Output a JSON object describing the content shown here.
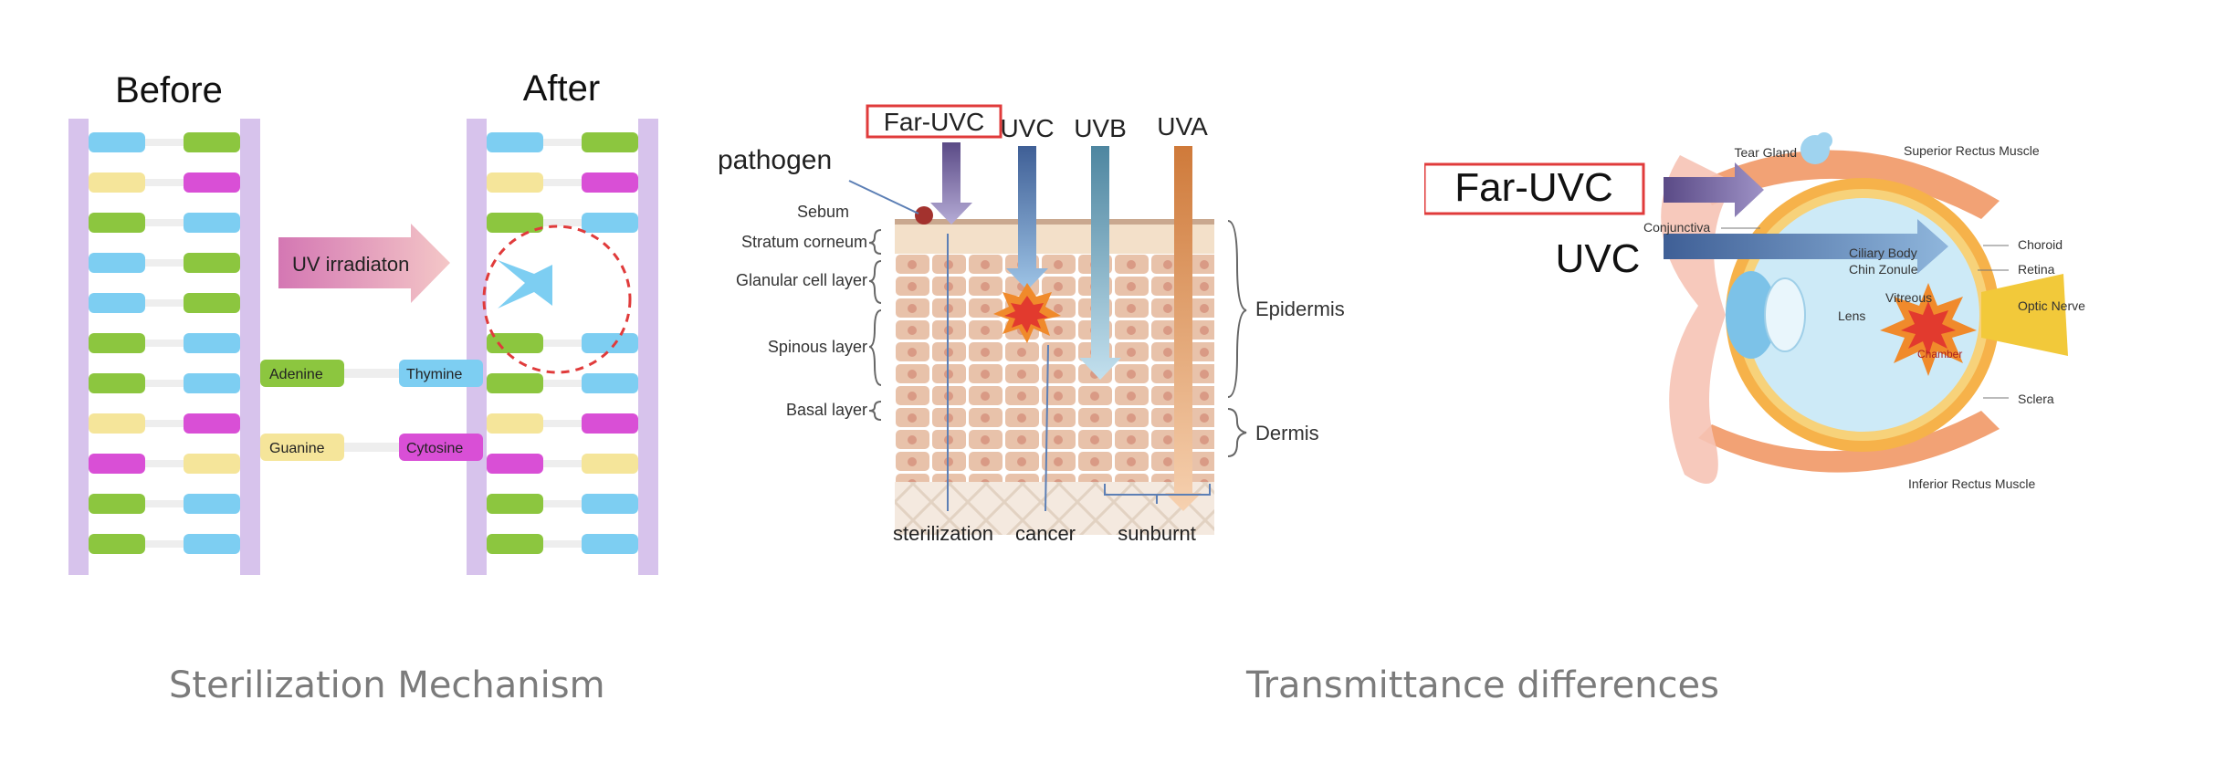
{
  "dna_panel": {
    "before_label": "Before",
    "after_label": "After",
    "arrow_label": "UV irradiaton",
    "bases": {
      "adenine": "Adenine",
      "thymine": "Thymine",
      "guanine": "Guanine",
      "cytosine": "Cytosine"
    },
    "colors": {
      "backbone": "#d7c3ec",
      "adenine": "#8cc63f",
      "thymine": "#7dcef2",
      "guanine": "#f5e59a",
      "cytosine": "#d94fd6",
      "arrow": "#d477b3",
      "damage_circle": "#e03b3b"
    }
  },
  "skin_panel": {
    "rays": [
      "Far-UVC",
      "UVC",
      "UVB",
      "UVA"
    ],
    "pathogen_label": "pathogen",
    "layers": [
      "Sebum",
      "Stratum corneum",
      "Glanular cell layer",
      "Spinous layer",
      "Basal layer"
    ],
    "regions": [
      "Epidermis",
      "Dermis"
    ],
    "effects": [
      "sterilization",
      "cancer",
      "sunburnt"
    ],
    "colors": {
      "far_uvc": "#5a4a86",
      "uvc": "#3f5f96",
      "uvb": "#4e86a0",
      "uva": "#cf7a3a",
      "highlight_box": "#e03b3b",
      "skin_cell": "#e8c2aa"
    }
  },
  "eye_panel": {
    "rays": [
      "Far-UVC",
      "UVC"
    ],
    "labels": [
      "Tear Gland",
      "Superior Rectus Muscle",
      "Conjunctiva",
      "Ciliary Body",
      "Chin Zonule",
      "Lens",
      "Vitreous",
      "Choroid",
      "Retina",
      "Optic Nerve",
      "Sclera",
      "Inferior Rectus Muscle",
      "Chamber"
    ],
    "colors": {
      "far_uvc": "#5a4a86",
      "uvc": "#3f5f96",
      "highlight_box": "#e03b3b",
      "eyeball": "#cdeaf7",
      "sclera_ring": "#f6b24a"
    }
  },
  "captions": {
    "left": "Sterilization Mechanism",
    "right": "Transmittance differences"
  }
}
